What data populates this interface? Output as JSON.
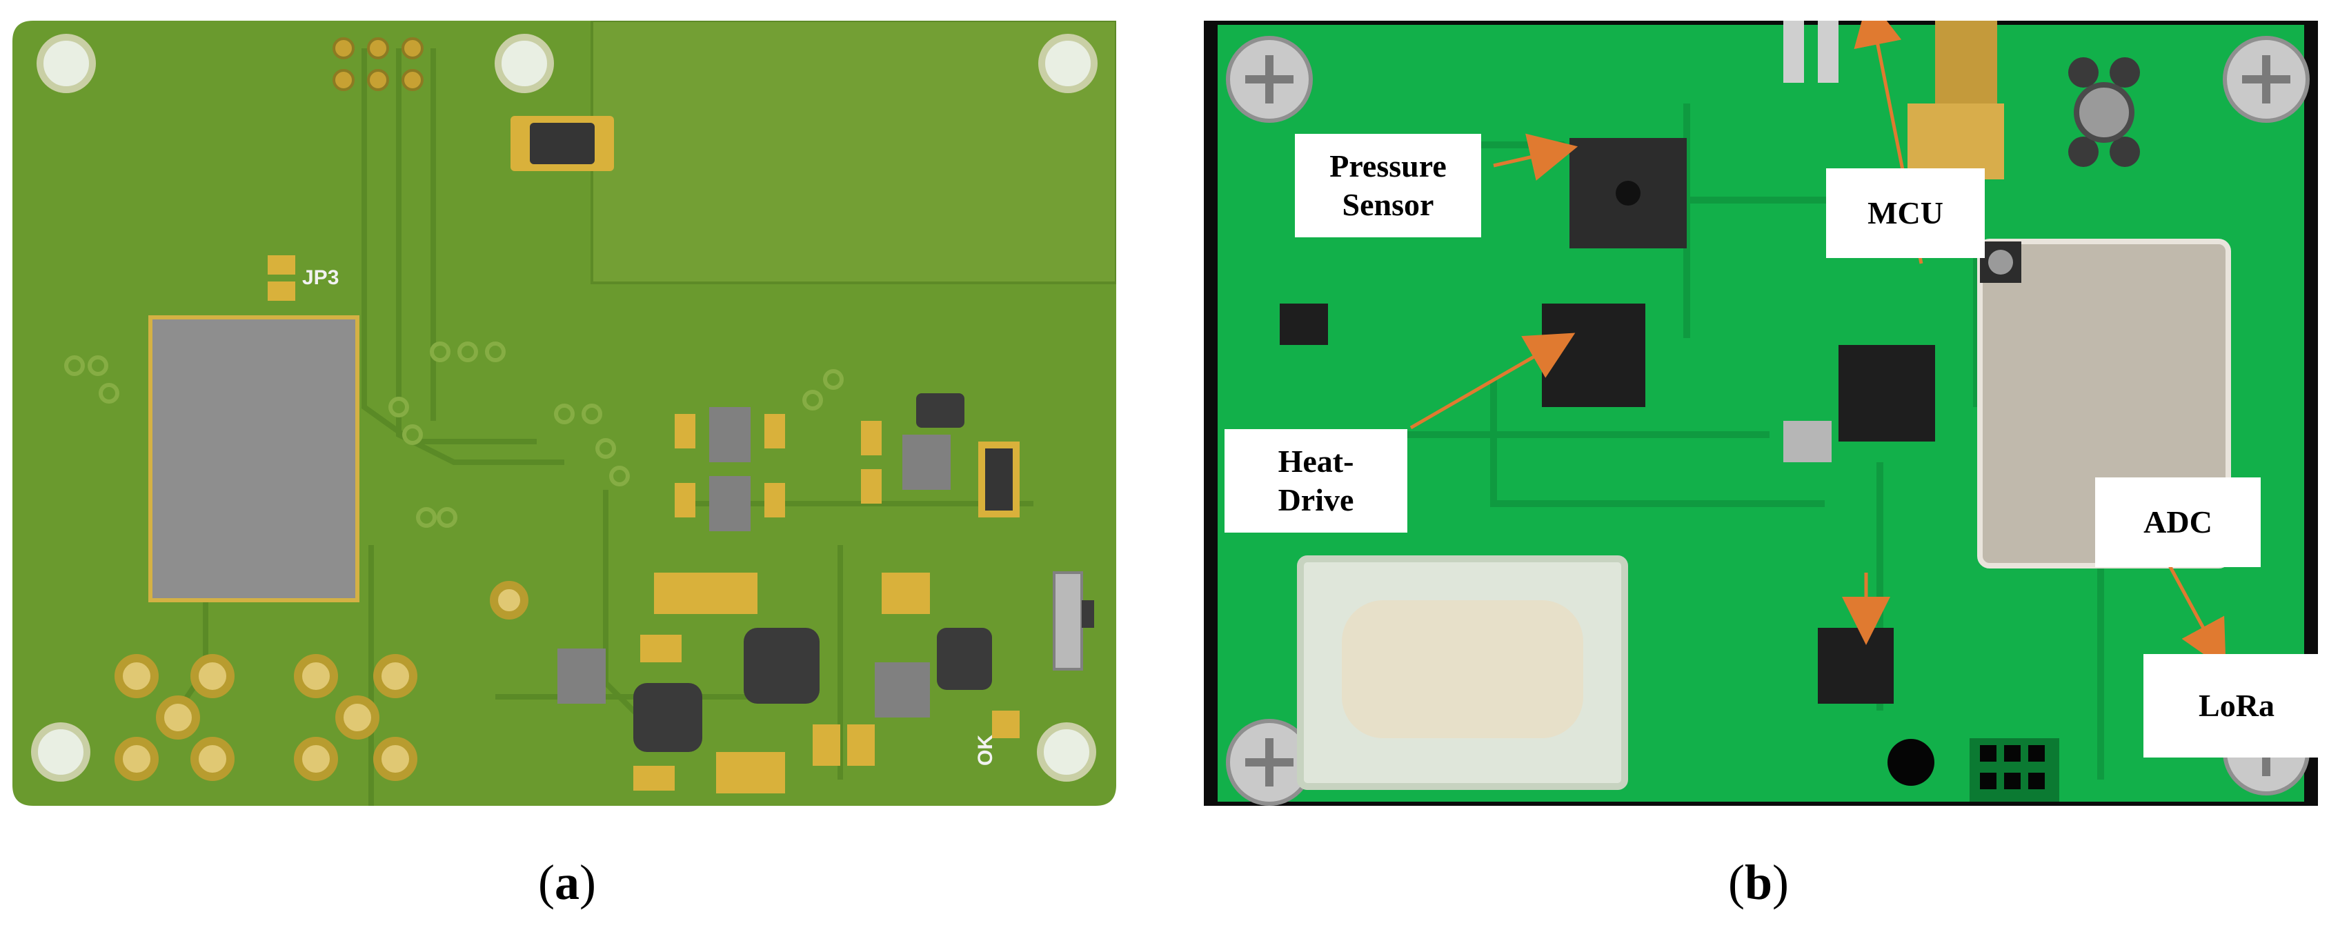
{
  "panel_a": {
    "board_labels": {
      "jp3": "JP3",
      "ok": "OK"
    }
  },
  "panel_b": {
    "labels": {
      "pressure_sensor": "Pressure\nSensor",
      "mcu": "MCU",
      "heat_drive": "Heat-\nDrive",
      "adc": "ADC",
      "lora": "LoRa"
    }
  },
  "captions": {
    "a": "a",
    "b": "b"
  },
  "colors": {
    "pcb_render": "#6a9a2e",
    "pcb_photo": "#12b04a",
    "annotation_arrow": "#e07a30"
  }
}
